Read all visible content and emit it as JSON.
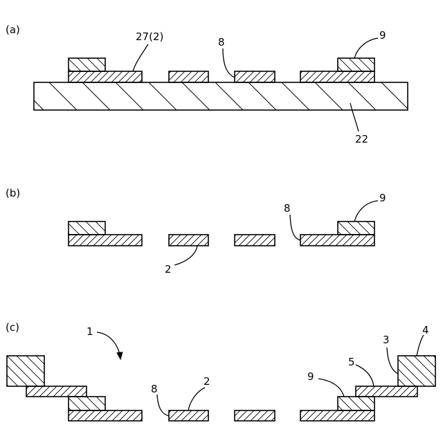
{
  "panels": {
    "a": {
      "label": "(a)"
    },
    "b": {
      "label": "(b)"
    },
    "c": {
      "label": "(c)"
    }
  },
  "refs": {
    "a_27_2": "27(2)",
    "a_8": "8",
    "a_9": "9",
    "a_22": "22",
    "b_9": "9",
    "b_8": "8",
    "b_2": "2",
    "c_1": "1",
    "c_8": "8",
    "c_2": "2",
    "c_9": "9",
    "c_5": "5",
    "c_3": "3",
    "c_4": "4"
  }
}
